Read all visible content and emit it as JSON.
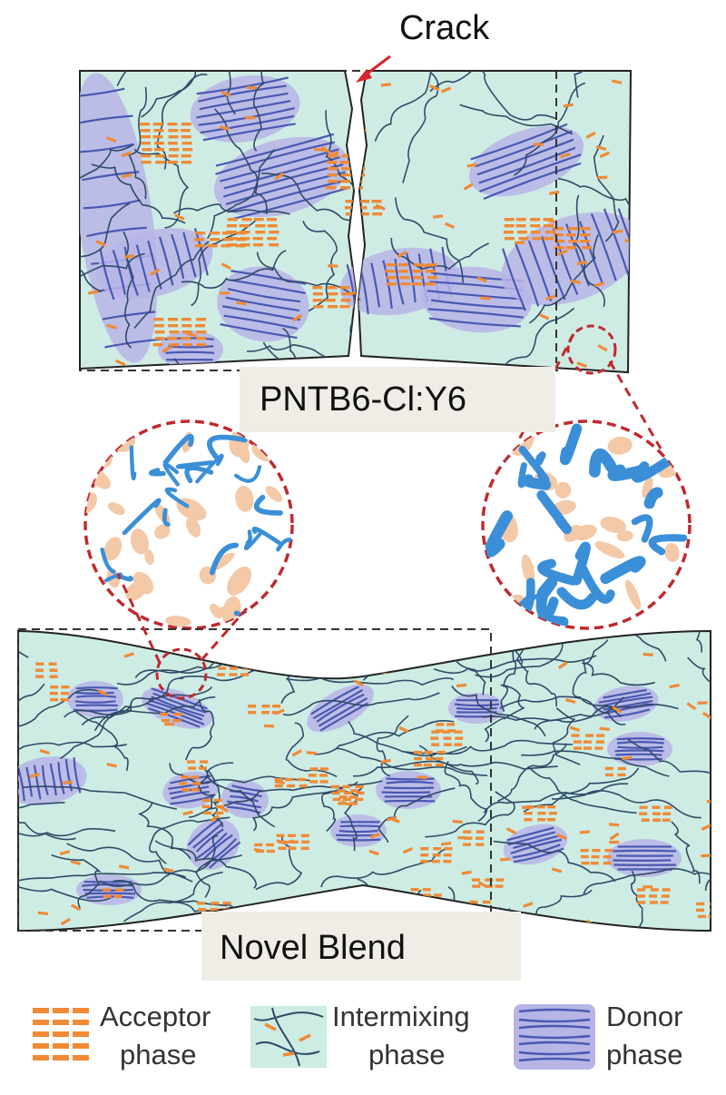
{
  "annotations": {
    "crack": "Crack"
  },
  "panels": {
    "top": {
      "label": "PNTB6-Cl:Y6"
    },
    "bottom": {
      "label": "Novel Blend"
    }
  },
  "legend": {
    "acceptor": [
      "Acceptor",
      "phase"
    ],
    "intermixing": [
      "Intermixing",
      "phase"
    ],
    "donor": [
      "Donor",
      "phase"
    ]
  },
  "colors": {
    "acceptor": "#f08a36",
    "intermixing_bg": "#cdece4",
    "donor": "#4a58b2",
    "donor_halo": "#b7b5e6",
    "chain": "#2f4a66",
    "zoom_donor": "#3b8fd8",
    "zoom_acceptor": "#f3c9a8",
    "zoom_outline": "#c0282e",
    "crack_arrow": "#d7262b"
  }
}
